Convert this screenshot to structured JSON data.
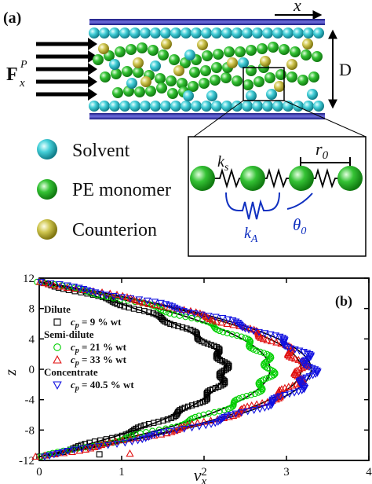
{
  "panel_a": {
    "label": "(a)",
    "axis_x": "x",
    "force_main": "F",
    "force_sup": "P",
    "force_sub": "x",
    "channel_label": "D",
    "legend": [
      {
        "label": "Solvent",
        "color": "#3cc8d2"
      },
      {
        "label": "PE monomer",
        "color": "#2eb82e"
      },
      {
        "label": "Counterion",
        "color": "#c8c040"
      }
    ],
    "inset": {
      "k_s": "k",
      "k_s_sub": "s",
      "k_A": "k",
      "k_A_sub": "A",
      "r0": "r",
      "r0_sub": "0",
      "theta0": "θ",
      "theta0_sub": "0"
    },
    "colors": {
      "wall_band": "#3030a8",
      "spring": "#000000",
      "angle_spring": "#1030c0"
    }
  },
  "chart_data": {
    "type": "scatter",
    "panel_label": "(b)",
    "xlabel": "v",
    "xlabel_sub": "x",
    "ylabel": "z",
    "xlim": [
      0,
      4
    ],
    "ylim": [
      -12,
      12
    ],
    "xticks": [
      "0",
      "1",
      "2",
      "3",
      "4"
    ],
    "yticks": [
      "12",
      "8",
      "4",
      "0",
      "-4",
      "-8",
      "-12"
    ],
    "ytick_values": [
      12,
      8,
      4,
      0,
      -4,
      -8,
      -12
    ],
    "grid": false,
    "legend_position": "left-middle",
    "legend": [
      {
        "heading": "Dilute"
      },
      {
        "symbol": "square",
        "color": "#000000",
        "label_main": "c",
        "label_sub": "p",
        "label_rest": " = 9 % wt"
      },
      {
        "heading": "Semi-dilute"
      },
      {
        "symbol": "circle",
        "color": "#00d000",
        "label_main": "c",
        "label_sub": "p",
        "label_rest": " = 21 % wt"
      },
      {
        "symbol": "triangle-up",
        "color": "#e01010",
        "label_main": "c",
        "label_sub": "p",
        "label_rest": " = 33 % wt"
      },
      {
        "heading": "Concentrate"
      },
      {
        "symbol": "triangle-down",
        "color": "#1010e0",
        "label_main": "c",
        "label_sub": "p",
        "label_rest": " = 40.5 % wt"
      }
    ],
    "series": [
      {
        "symbol": "square",
        "color": "#000000",
        "vmax": 2.25,
        "z_wall": 11.5,
        "fit_color": "#000000"
      },
      {
        "symbol": "circle",
        "color": "#00d000",
        "vmax": 2.8,
        "z_wall": 11.5,
        "fit_color": "#000000"
      },
      {
        "symbol": "triangle-up",
        "color": "#e01010",
        "vmax": 3.18,
        "z_wall": 11.5,
        "fit_color": "#000000"
      },
      {
        "symbol": "triangle-down",
        "color": "#1010e0",
        "vmax": 3.3,
        "z_wall": 11.5,
        "fit_color": "#000000"
      }
    ],
    "outliers": [
      {
        "symbol": "square",
        "color": "#000000",
        "x": 0.73,
        "y": -11.2
      },
      {
        "symbol": "triangle-up",
        "color": "#e01010",
        "x": 1.1,
        "y": -11.1
      }
    ]
  }
}
